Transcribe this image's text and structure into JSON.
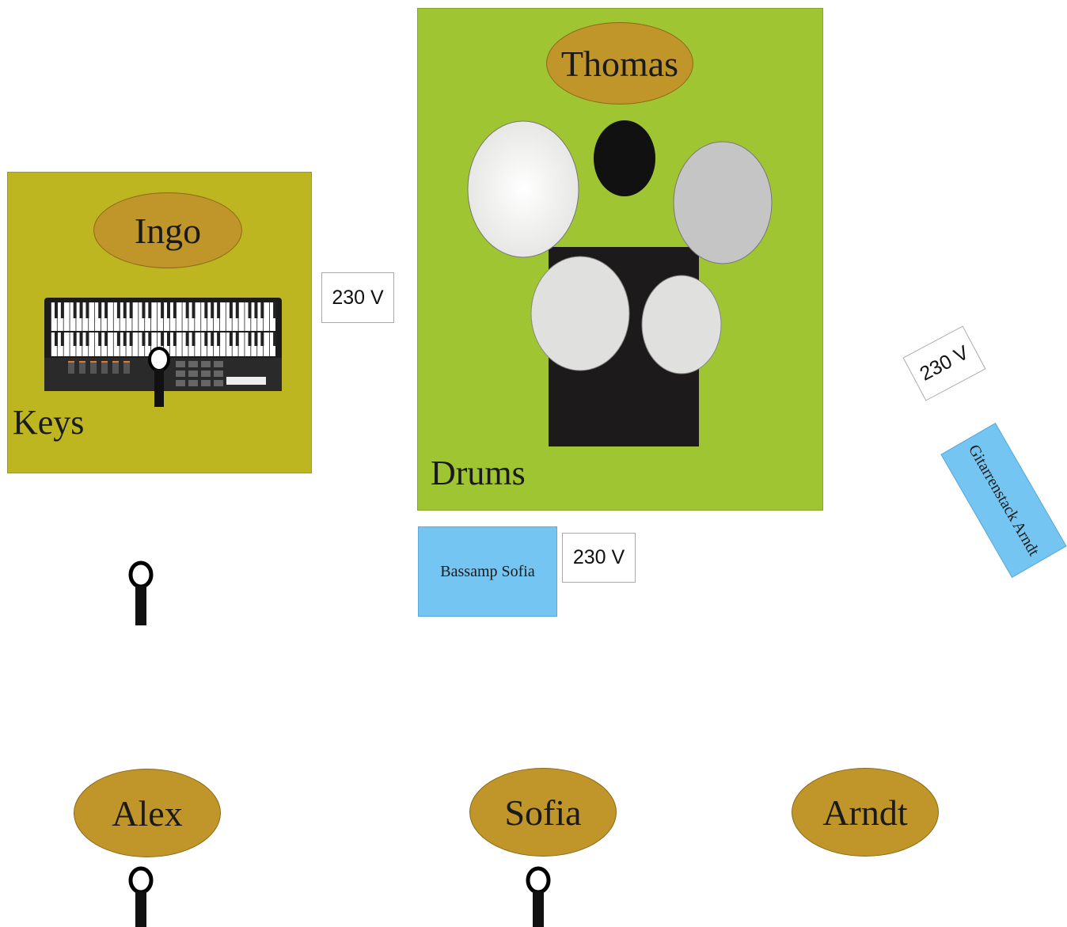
{
  "stage": {
    "keys": {
      "label": "Keys",
      "player": "Ingo"
    },
    "drums": {
      "label": "Drums",
      "player": "Thomas"
    },
    "power": [
      "230 V",
      "230 V",
      "230 V"
    ],
    "amps": {
      "bass": "Bassamp Sofia",
      "guitar": "Gitarrenstack Arndt"
    },
    "front_players": [
      "Alex",
      "Sofia",
      "Arndt"
    ]
  },
  "colors": {
    "keys_area": "#bdb620",
    "drums_area": "#9fc532",
    "person": "#c09529",
    "amp": "#74c5f1"
  }
}
